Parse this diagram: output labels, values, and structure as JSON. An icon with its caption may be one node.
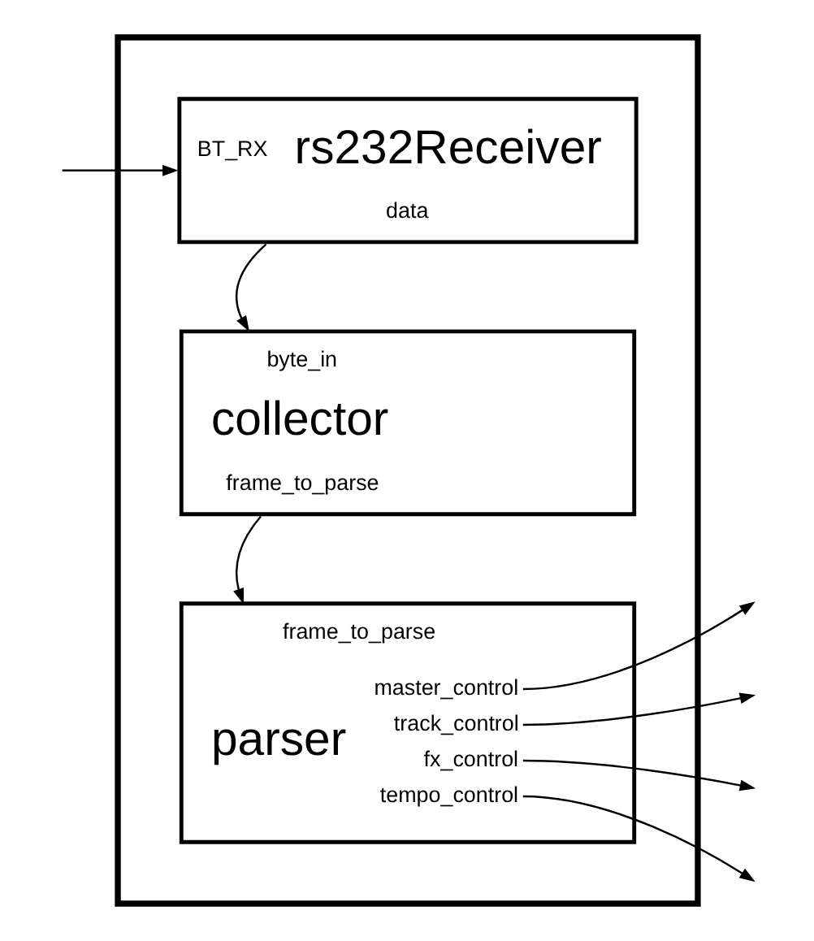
{
  "diagram": {
    "nodes": [
      {
        "text": [],
        "shape": "box"
      },
      {
        "text": [
          "BT_RX",
          "rs232Receiver",
          "data"
        ],
        "in": 0
      },
      {
        "text": [
          "byte_in",
          "collector",
          "frame_to_parse"
        ],
        "in": 0
      },
      {
        "text": [
          "frame_to_parse",
          "parser",
          "master_control",
          "track_control",
          "fx_control",
          "tempo_control"
        ],
        "in": 0
      }
    ],
    "edges": [
      {
        "from": null,
        "to": 1,
        "arrow": "to"
      },
      {
        "from": 1,
        "to": 2,
        "arrow": "to"
      },
      {
        "from": 2,
        "to": 3,
        "arrow": "to"
      },
      {
        "from": 3,
        "to": null,
        "arrow": "to"
      },
      {
        "from": 3,
        "to": null,
        "arrow": "to"
      },
      {
        "from": 3,
        "to": null,
        "arrow": "to"
      },
      {
        "from": 3,
        "to": null,
        "arrow": "to"
      }
    ]
  }
}
